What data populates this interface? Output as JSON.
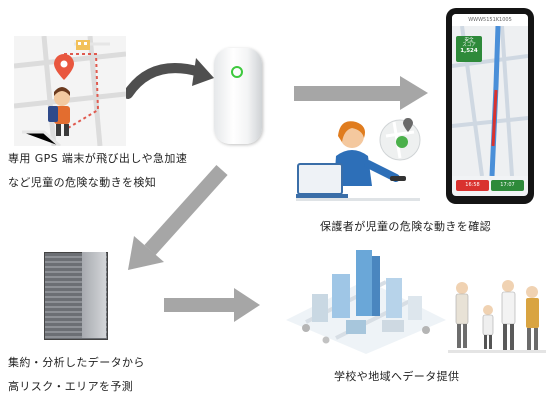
{
  "captions": {
    "gps_line1": "専用 GPS 端末が飛び出しや急加速",
    "gps_line2": "など児童の危険な動きを検知",
    "guardian": "保護者が児童の危険な動きを確認",
    "analysis_line1": "集約・分析したデータから",
    "analysis_line2": "高リスク・エリアを予測",
    "provide": "学校や地域へデータ提供"
  },
  "phone": {
    "app_title": "WWW5151K1005",
    "score_line1": "安全",
    "score_line2": "スコア",
    "score_value": "1,524",
    "btn_left": "16:58",
    "btn_right": "17:07"
  },
  "colors": {
    "arrow": "#a6a6a6",
    "map_path": "#e05a4f",
    "device_led": "#3ec93e",
    "score_bg": "#2e8a3a",
    "route_red": "#d9322f",
    "city_blue": "#6aa7d8"
  }
}
